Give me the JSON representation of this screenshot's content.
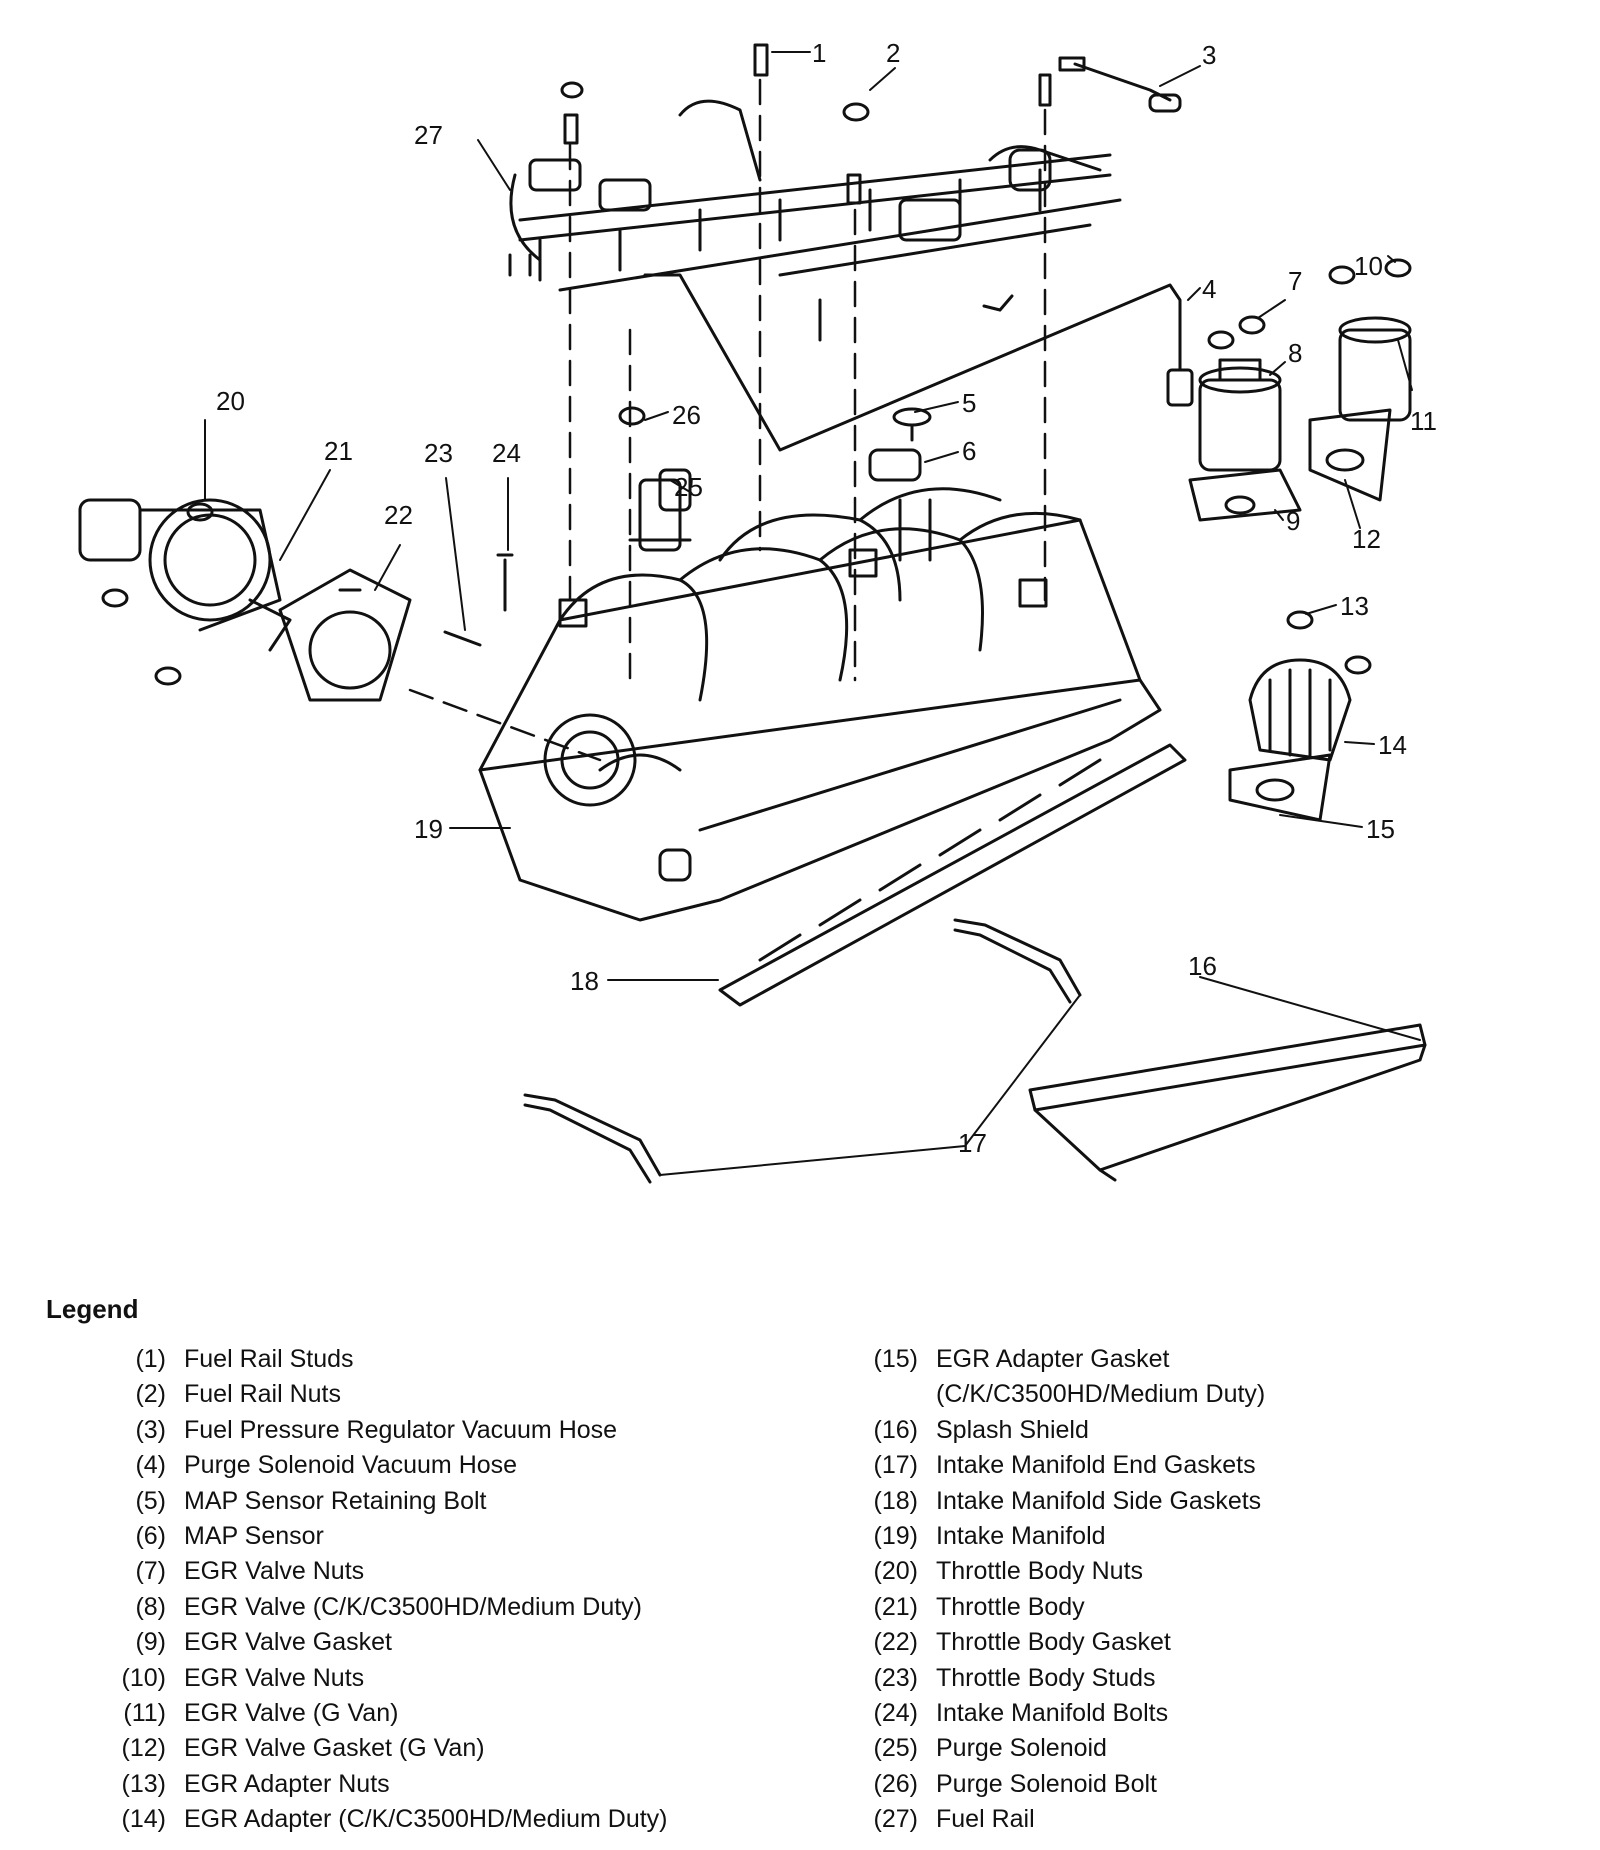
{
  "legend_title": "Legend",
  "legend_left": [
    {
      "num": "(1)",
      "text": "Fuel Rail Studs"
    },
    {
      "num": "(2)",
      "text": "Fuel Rail Nuts"
    },
    {
      "num": "(3)",
      "text": "Fuel Pressure Regulator Vacuum Hose"
    },
    {
      "num": "(4)",
      "text": "Purge Solenoid Vacuum Hose"
    },
    {
      "num": "(5)",
      "text": "MAP Sensor Retaining Bolt"
    },
    {
      "num": "(6)",
      "text": "MAP Sensor"
    },
    {
      "num": "(7)",
      "text": "EGR Valve Nuts"
    },
    {
      "num": "(8)",
      "text": "EGR Valve (C/K/C3500HD/Medium Duty)"
    },
    {
      "num": "(9)",
      "text": "EGR Valve Gasket"
    },
    {
      "num": "(10)",
      "text": "EGR Valve Nuts"
    },
    {
      "num": "(11)",
      "text": "EGR Valve (G Van)"
    },
    {
      "num": "(12)",
      "text": "EGR Valve Gasket (G Van)"
    },
    {
      "num": "(13)",
      "text": "EGR Adapter Nuts"
    },
    {
      "num": "(14)",
      "text": "EGR Adapter (C/K/C3500HD/Medium Duty)"
    }
  ],
  "legend_right": [
    {
      "num": "(15)",
      "text": "EGR Adapter Gasket"
    },
    {
      "num": "",
      "text": "(C/K/C3500HD/Medium Duty)"
    },
    {
      "num": "(16)",
      "text": "Splash Shield"
    },
    {
      "num": "(17)",
      "text": "Intake Manifold End Gaskets"
    },
    {
      "num": "(18)",
      "text": "Intake Manifold Side Gaskets"
    },
    {
      "num": "(19)",
      "text": "Intake Manifold"
    },
    {
      "num": "(20)",
      "text": "Throttle Body Nuts"
    },
    {
      "num": "(21)",
      "text": "Throttle Body"
    },
    {
      "num": "(22)",
      "text": "Throttle Body Gasket"
    },
    {
      "num": "(23)",
      "text": "Throttle Body Studs"
    },
    {
      "num": "(24)",
      "text": "Intake Manifold Bolts"
    },
    {
      "num": "(25)",
      "text": "Purge Solenoid"
    },
    {
      "num": "(26)",
      "text": "Purge Solenoid Bolt"
    },
    {
      "num": "(27)",
      "text": "Fuel Rail"
    }
  ],
  "callouts": [
    "1",
    "2",
    "3",
    "4",
    "5",
    "6",
    "7",
    "8",
    "9",
    "10",
    "11",
    "12",
    "13",
    "14",
    "15",
    "16",
    "17",
    "18",
    "19",
    "20",
    "21",
    "22",
    "23",
    "24",
    "25",
    "26",
    "27"
  ]
}
